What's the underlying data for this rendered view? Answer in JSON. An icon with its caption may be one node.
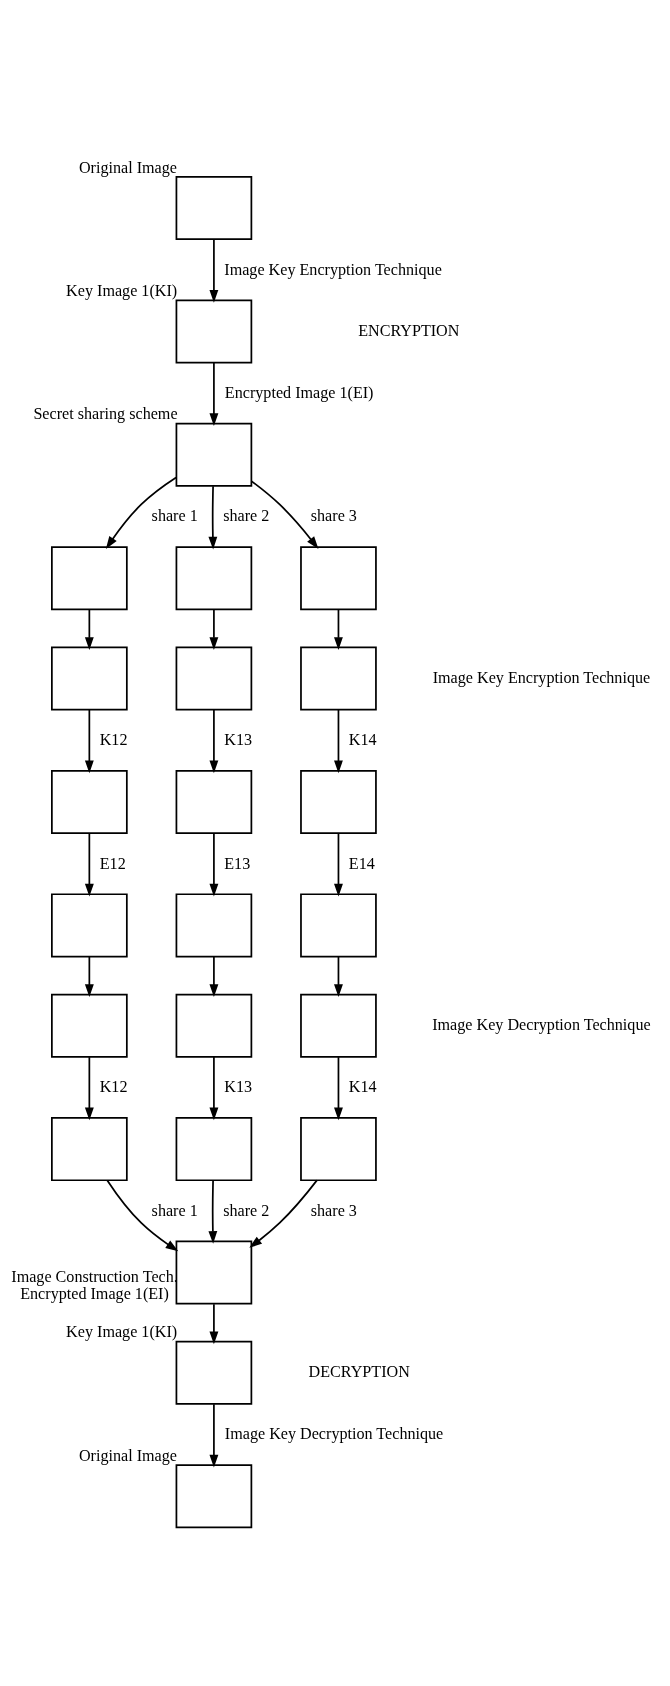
{
  "diagram": {
    "nodes": [
      {
        "text": [],
        "shape": "box",
        "beside": [
          "Original Image"
        ]
      },
      {
        "text": [],
        "shape": "box",
        "beside": [
          "Key Image 1(KI)"
        ]
      },
      {
        "text": [],
        "shape": "box",
        "beside": [
          "Secret sharing scheme"
        ]
      },
      {
        "text": [],
        "shape": "box"
      },
      {
        "text": [],
        "shape": "box"
      },
      {
        "text": [],
        "shape": "box"
      },
      {
        "text": [],
        "shape": "box"
      },
      {
        "text": [],
        "shape": "box"
      },
      {
        "text": [],
        "shape": "box"
      },
      {
        "text": [],
        "shape": "box"
      },
      {
        "text": [],
        "shape": "box"
      },
      {
        "text": [],
        "shape": "box"
      },
      {
        "text": [],
        "shape": "box"
      },
      {
        "text": [],
        "shape": "box"
      },
      {
        "text": [],
        "shape": "box"
      },
      {
        "text": [],
        "shape": "box"
      },
      {
        "text": [],
        "shape": "box"
      },
      {
        "text": [],
        "shape": "box"
      },
      {
        "text": [],
        "shape": "box"
      },
      {
        "text": [],
        "shape": "box"
      },
      {
        "text": [],
        "shape": "box"
      },
      {
        "text": [],
        "shape": "box",
        "beside": [
          "Image Construction Tech.",
          "Encrypted Image 1(EI)"
        ]
      },
      {
        "text": [],
        "shape": "box",
        "beside": [
          "Key Image 1(KI)"
        ]
      },
      {
        "text": [],
        "shape": "box",
        "beside": [
          "Original Image"
        ]
      }
    ],
    "edges": [
      {
        "from": 0,
        "to": 1,
        "arrow": "to",
        "label": "Image Key Encryption Technique"
      },
      {
        "from": 1,
        "to": 2,
        "arrow": "to",
        "label": "Encrypted Image 1(EI)"
      },
      {
        "from": 2,
        "to": 3,
        "arrow": "to",
        "label": "share 1"
      },
      {
        "from": 2,
        "to": 9,
        "arrow": "to",
        "label": "share 2"
      },
      {
        "from": 2,
        "to": 15,
        "arrow": "to",
        "label": "share 3"
      },
      {
        "from": 3,
        "to": 4,
        "arrow": "to"
      },
      {
        "from": 4,
        "to": 5,
        "arrow": "to",
        "label": "K12"
      },
      {
        "from": 5,
        "to": 6,
        "arrow": "to",
        "label": "E12"
      },
      {
        "from": 6,
        "to": 7,
        "arrow": "to"
      },
      {
        "from": 7,
        "to": 8,
        "arrow": "to",
        "label": "K12"
      },
      {
        "from": 9,
        "to": 10,
        "arrow": "to"
      },
      {
        "from": 10,
        "to": 11,
        "arrow": "to",
        "label": "K13"
      },
      {
        "from": 11,
        "to": 12,
        "arrow": "to",
        "label": "E13"
      },
      {
        "from": 12,
        "to": 13,
        "arrow": "to"
      },
      {
        "from": 13,
        "to": 14,
        "arrow": "to",
        "label": "K13"
      },
      {
        "from": 15,
        "to": 16,
        "arrow": "to"
      },
      {
        "from": 16,
        "to": 17,
        "arrow": "to",
        "label": "K14"
      },
      {
        "from": 17,
        "to": 18,
        "arrow": "to",
        "label": "E14"
      },
      {
        "from": 18,
        "to": 19,
        "arrow": "to"
      },
      {
        "from": 19,
        "to": 20,
        "arrow": "to",
        "label": "K14"
      },
      {
        "from": 8,
        "to": 21,
        "arrow": "to",
        "label": "share 1"
      },
      {
        "from": 14,
        "to": 21,
        "arrow": "to",
        "label": "share 2"
      },
      {
        "from": 20,
        "to": 21,
        "arrow": "to",
        "label": "share 3"
      },
      {
        "from": 21,
        "to": 22,
        "arrow": "to"
      },
      {
        "from": 22,
        "to": 23,
        "arrow": "to",
        "label": "Image Key Decryption Technique"
      }
    ],
    "labels": [
      "ENCRYPTION",
      "Image Key Encryption Technique",
      "Image Key Decryption Technique",
      "DECRYPTION"
    ]
  }
}
